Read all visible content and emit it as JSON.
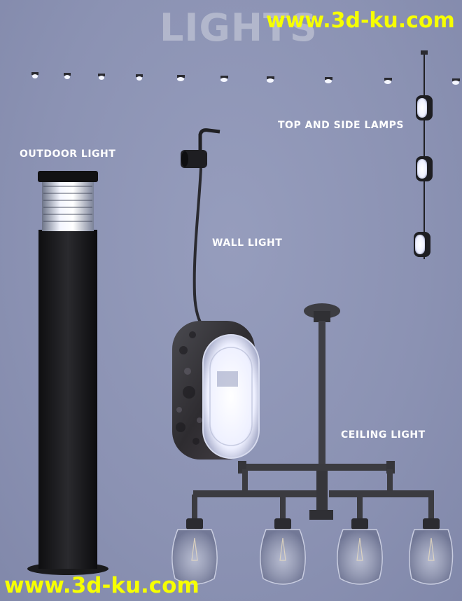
{
  "title": "LIGHTS",
  "watermark": "www.3d-ku.com",
  "labels": {
    "outdoor": "OUTDOOR LIGHT",
    "wall": "WALL LIGHT",
    "top_side": "TOP AND SIDE LAMPS",
    "ceiling": "CEILING LIGHT"
  },
  "colors": {
    "background": "#8c93b4",
    "watermark": "#f6ff00",
    "label": "#ffffff",
    "fixture_dark": "#1c1c1e",
    "metal_rust": "#3d3d42"
  }
}
